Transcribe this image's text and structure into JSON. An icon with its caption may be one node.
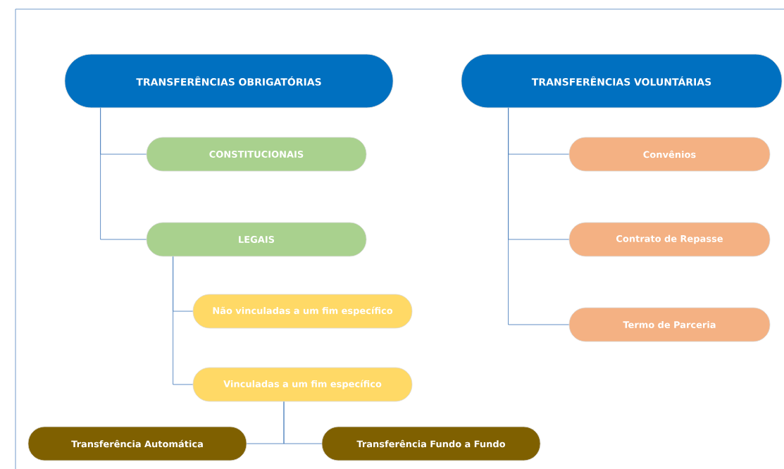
{
  "diagram": {
    "nodes": [
      {
        "text": [
          "TRANSFERÊNCIAS OBRIGATÓRIAS"
        ]
      },
      {
        "text": [
          "TRANSFERÊNCIAS VOLUNTÁRIAS"
        ]
      },
      {
        "text": [
          "CONSTITUCIONAIS"
        ]
      },
      {
        "text": [
          "LEGAIS"
        ]
      },
      {
        "text": [
          "Não vinculadas a um fim específico"
        ]
      },
      {
        "text": [
          "Vinculadas a um fim específico"
        ]
      },
      {
        "text": [
          "Convênios"
        ]
      },
      {
        "text": [
          "Contrato de Repasse"
        ]
      },
      {
        "text": [
          "Termo de Parceria"
        ]
      },
      {
        "text": [
          "Transferência Automática"
        ]
      },
      {
        "text": [
          "Transferência Fundo a Fundo"
        ]
      }
    ],
    "edges": [
      {
        "from": 0,
        "to": 2,
        "arrow": "none"
      },
      {
        "from": 0,
        "to": 3,
        "arrow": "none"
      },
      {
        "from": 3,
        "to": 4,
        "arrow": "none"
      },
      {
        "from": 3,
        "to": 5,
        "arrow": "none"
      },
      {
        "from": 1,
        "to": 6,
        "arrow": "none"
      },
      {
        "from": 1,
        "to": 7,
        "arrow": "none"
      },
      {
        "from": 1,
        "to": 8,
        "arrow": "none"
      },
      {
        "from": 5,
        "to": 9,
        "arrow": "none"
      },
      {
        "from": 5,
        "to": 10,
        "arrow": "none"
      }
    ]
  }
}
